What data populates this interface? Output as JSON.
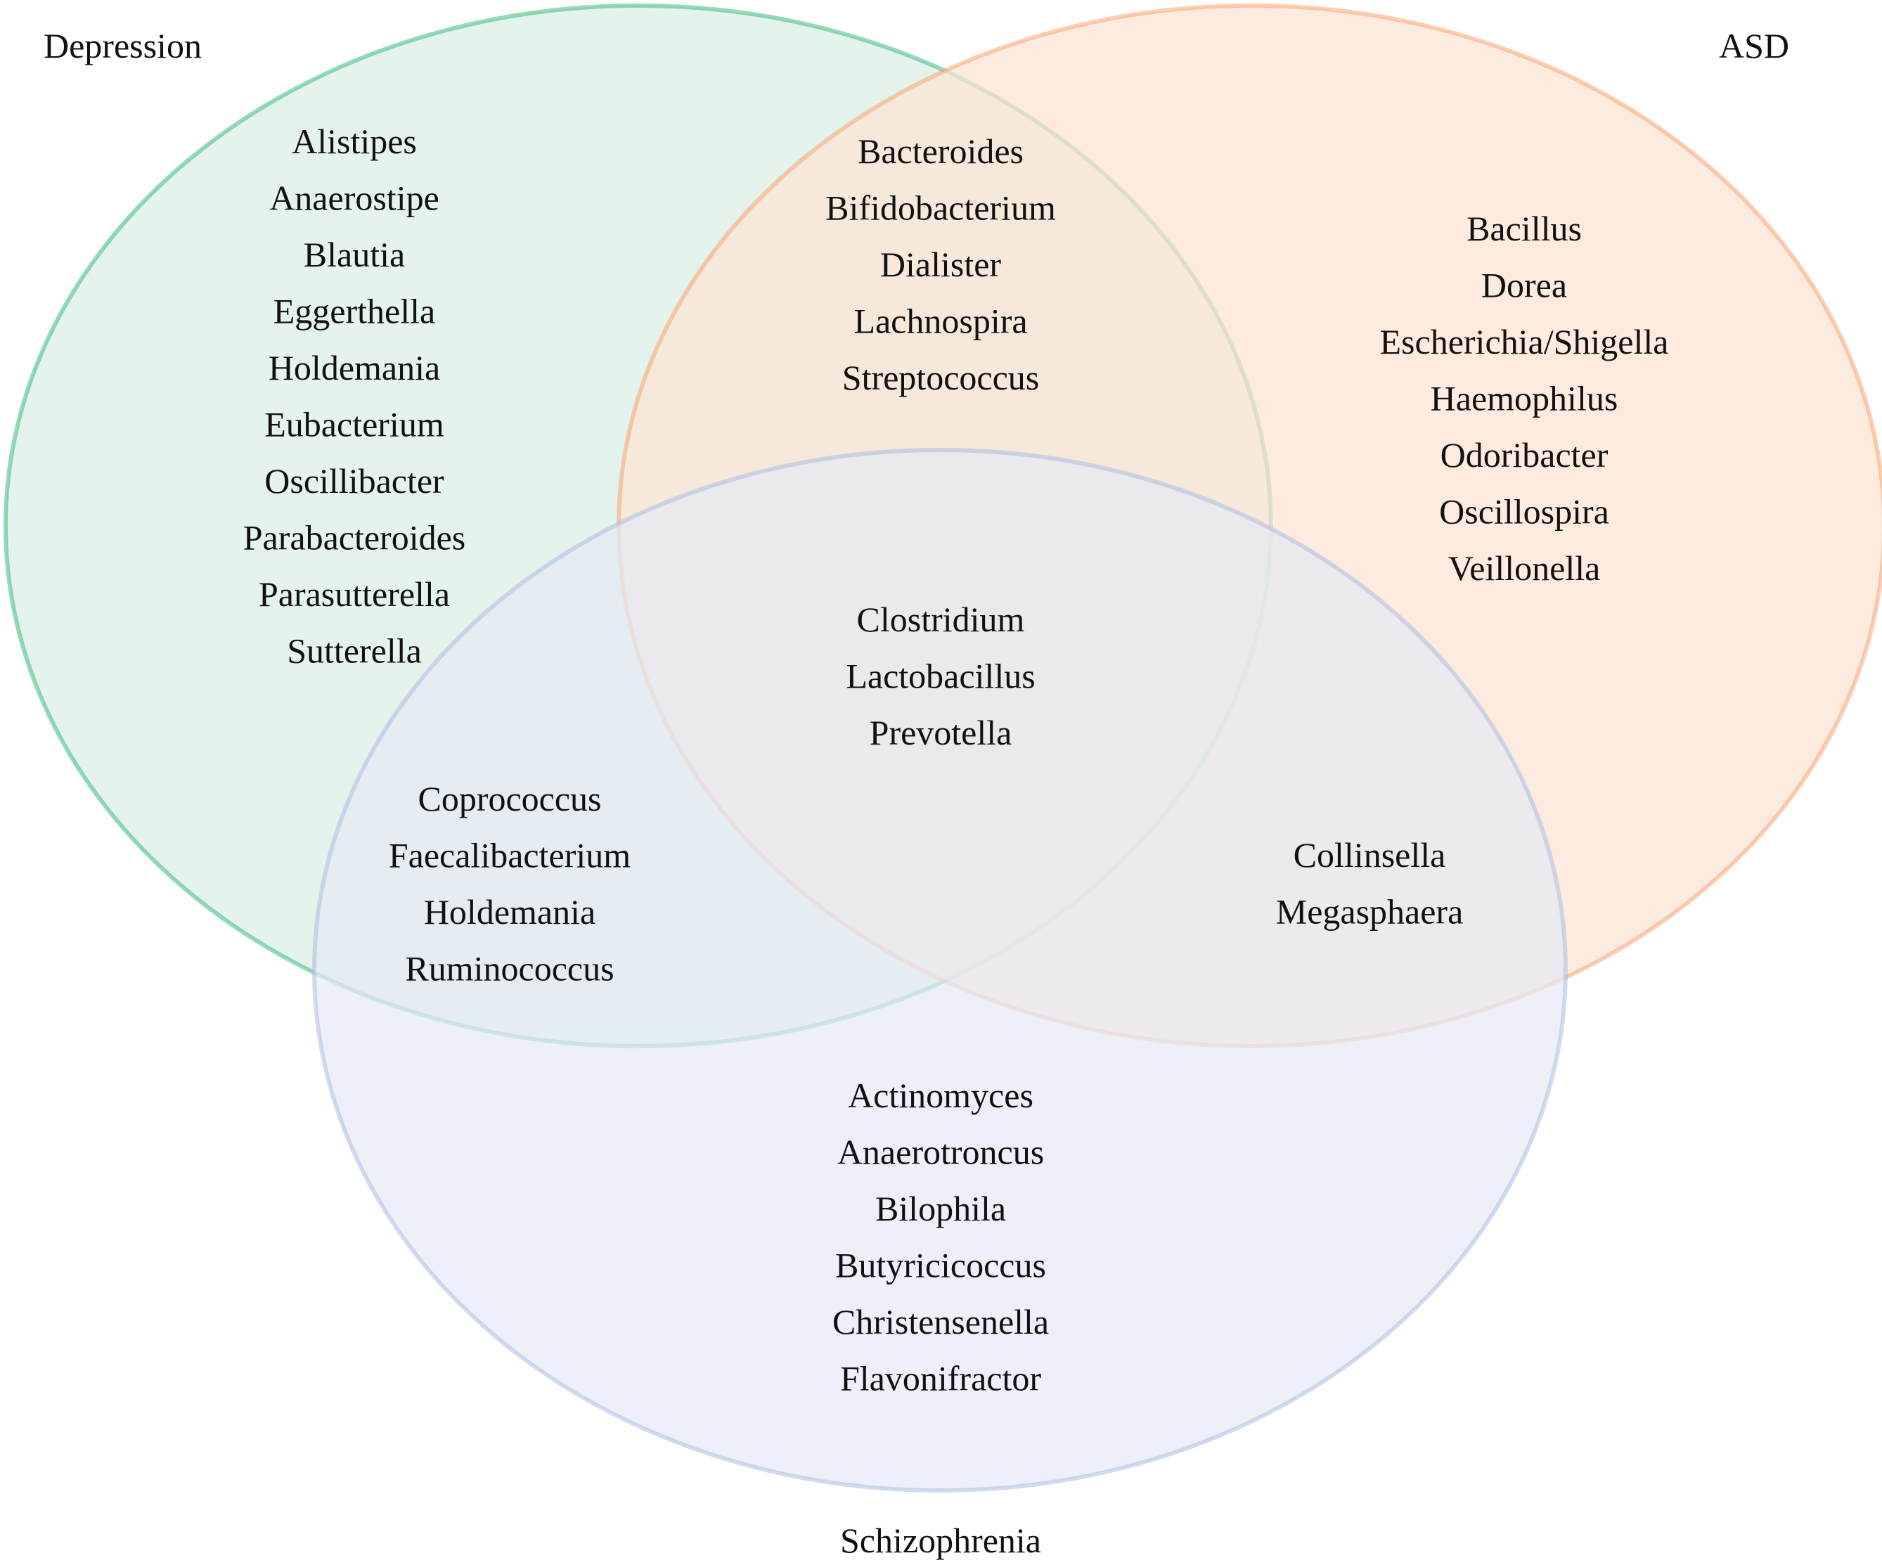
{
  "sets": {
    "depression": {
      "label": "Depression",
      "color": "#2bb673",
      "fill": "#d9eee4"
    },
    "asd": {
      "label": "ASD",
      "color": "#f7a06a",
      "fill": "#fde3d3"
    },
    "schizophrenia": {
      "label": "Schizophrenia",
      "color": "#a8b9df",
      "fill": "#e5e9f5"
    }
  },
  "regions": {
    "depression_only": {
      "items": [
        "Alistipes",
        "Anaerostipe",
        "Blautia",
        "Eggerthella",
        "Holdemania",
        "Eubacterium",
        "Oscillibacter",
        "Parabacteroides",
        "Parasutterella",
        "Sutterella"
      ]
    },
    "asd_only": {
      "items": [
        "Bacillus",
        "Dorea",
        "Escherichia/Shigella",
        "Haemophilus",
        "Odoribacter",
        "Oscillospira",
        "Veillonella"
      ]
    },
    "schizophrenia_only": {
      "items": [
        "Actinomyces",
        "Anaerotroncus",
        "Bilophila",
        "Butyricicoccus",
        "Christensenella",
        "Flavonifractor"
      ]
    },
    "depression_asd": {
      "items": [
        "Bacteroides",
        "Bifidobacterium",
        "Dialister",
        "Lachnospira",
        "Streptococcus"
      ]
    },
    "depression_schizophrenia": {
      "items": [
        "Coprococcus",
        "Faecalibacterium",
        "Holdemania",
        "Ruminococcus"
      ]
    },
    "asd_schizophrenia": {
      "items": [
        "Collinsella",
        "Megasphaera"
      ]
    },
    "all_three": {
      "items": [
        "Clostridium",
        "Lactobacillus",
        "Prevotella"
      ]
    }
  }
}
